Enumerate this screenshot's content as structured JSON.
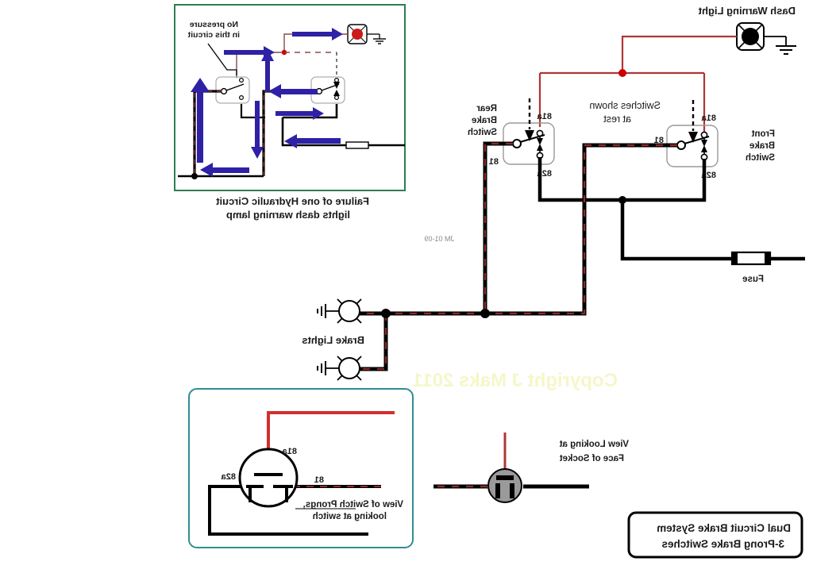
{
  "diagram": {
    "title_box": {
      "line1": "Dual Circuit Brake System",
      "line2": "3-Prong Brake Switches"
    },
    "labels": {
      "dash_warning_light": "Dash Warning Light",
      "front_brake_switch_l1": "Front",
      "front_brake_switch_l2": "Brake",
      "front_brake_switch_l3": "Switch",
      "rear_brake_switch_l1": "Rear",
      "rear_brake_switch_l2": "Brake",
      "rear_brake_switch_l3": "Switch",
      "switches_shown_l1": "Switches shown",
      "switches_shown_l2": "at rest",
      "fuse": "Fuse",
      "brake_lights": "Brake Lights",
      "view_socket_l1": "View Looking at",
      "view_socket_l2": "Face of Socket"
    },
    "terminals": {
      "t81a": "81a",
      "t81": "81",
      "t82a": "82a"
    },
    "inset_failure": {
      "caption_l1": "Failure of one Hydraulic Circuit",
      "caption_l2": "lights dash warning lamp",
      "note_l1": "No pressure",
      "note_l2": "in this circuit",
      "border_color": "#2e7d4f",
      "arrow_color": "#2e21a6"
    },
    "inset_prongs": {
      "note_l1": "View of Switch Prongs,",
      "note_l2": "looking at switch",
      "border_color": "#2f8d94",
      "t81a": "81a",
      "t81": "81",
      "t82a": "82a"
    },
    "stamp": "JM 01-09",
    "watermark": "Copyright J Maks 2011",
    "colors": {
      "wire_red": "#b03535",
      "wire_black": "#000000",
      "wire_stripe_red": "#8d2a2a",
      "socket_gray": "#9a9a9a",
      "junction": "#cc0000"
    }
  }
}
